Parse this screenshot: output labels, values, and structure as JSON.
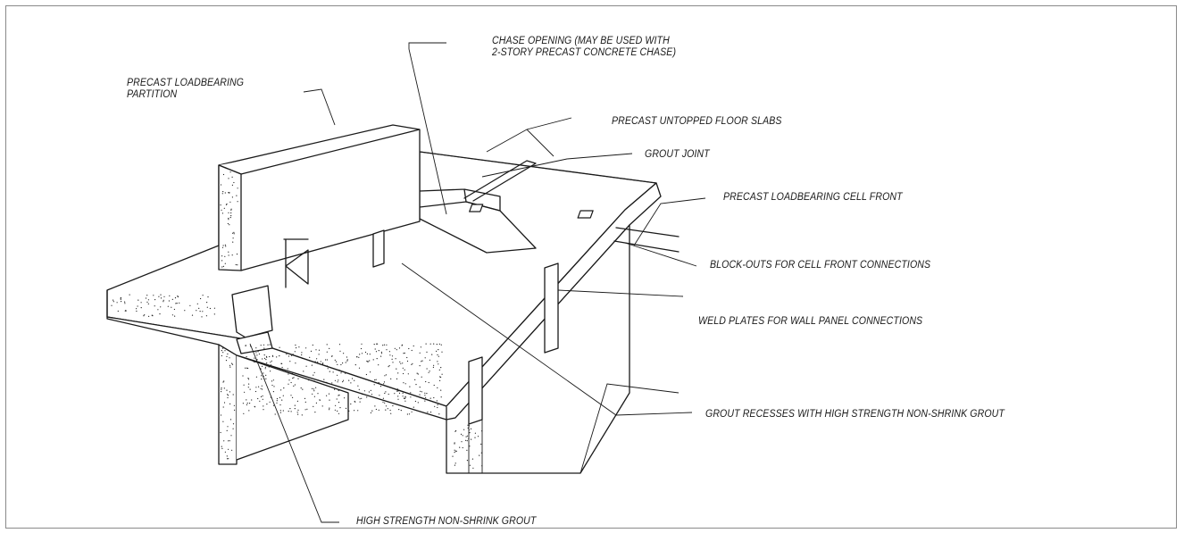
{
  "diagram": {
    "labels": {
      "chase_opening_line1": "CHASE OPENING (MAY BE USED WITH",
      "chase_opening_line2": "2-STORY PRECAST CONCRETE CHASE)",
      "partition_line1": "PRECAST LOADBEARING",
      "partition_line2": "PARTITION",
      "floor_slabs": "PRECAST UNTOPPED FLOOR SLABS",
      "grout_joint": "GROUT JOINT",
      "cell_front": "PRECAST LOADBEARING CELL FRONT",
      "block_outs": "BLOCK-OUTS FOR CELL FRONT CONNECTIONS",
      "weld_plates": "WELD PLATES FOR WALL PANEL CONNECTIONS",
      "grout_recesses": "GROUT RECESSES WITH HIGH STRENGTH NON-SHRINK GROUT",
      "nonshrink_grout": "HIGH STRENGTH NON-SHRINK GROUT"
    },
    "colors": {
      "ink": "#1a1a1a",
      "border": "#8a8a8a",
      "background": "#ffffff"
    }
  }
}
